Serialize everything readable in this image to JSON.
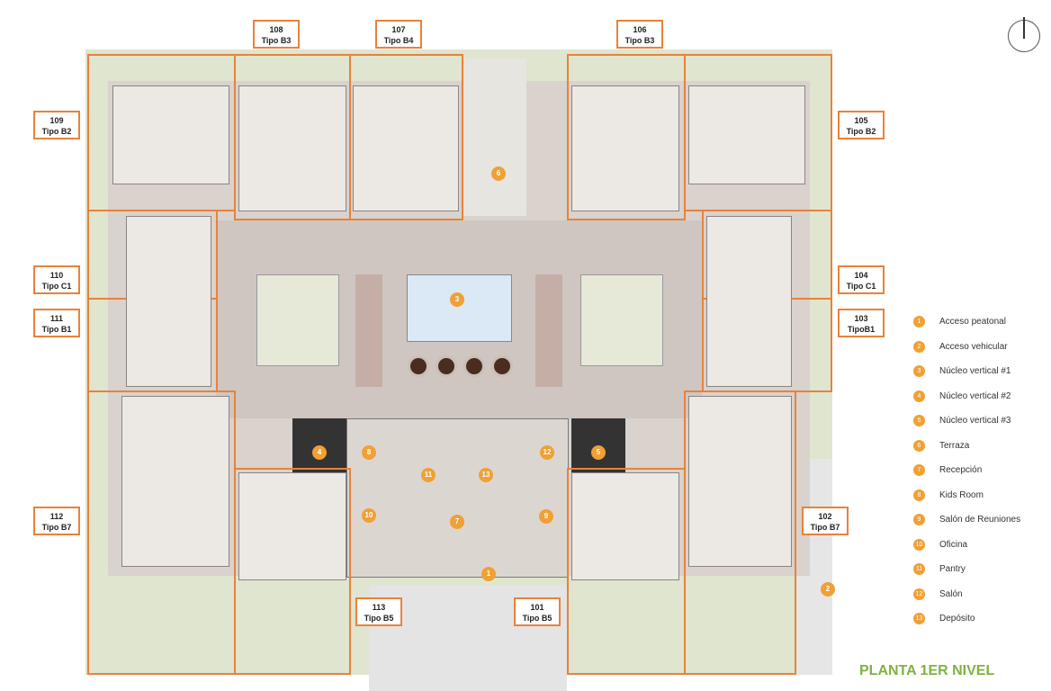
{
  "title": "PLANTA 1ER NIVEL",
  "colors": {
    "accent": "#e8823a",
    "marker": "#f0a035",
    "title": "#7cb342"
  },
  "units": [
    {
      "num": "108",
      "type": "Tipo B3"
    },
    {
      "num": "107",
      "type": "Tipo B4"
    },
    {
      "num": "106",
      "type": "Tipo B3"
    },
    {
      "num": "109",
      "type": "Tipo B2"
    },
    {
      "num": "105",
      "type": "Tipo B2"
    },
    {
      "num": "110",
      "type": "Tipo C1"
    },
    {
      "num": "104",
      "type": "Tipo C1"
    },
    {
      "num": "111",
      "type": "Tipo B1"
    },
    {
      "num": "103",
      "type": "TipoB1"
    },
    {
      "num": "112",
      "type": "Tipo B7"
    },
    {
      "num": "102",
      "type": "Tipo B7"
    },
    {
      "num": "113",
      "type": "Tipo B5"
    },
    {
      "num": "101",
      "type": "Tipo B5"
    }
  ],
  "markers": [
    "1",
    "2",
    "3",
    "4",
    "5",
    "6",
    "7",
    "8",
    "9",
    "10",
    "11",
    "12",
    "13"
  ],
  "legend": [
    {
      "n": "1",
      "label": "Acceso peatonal"
    },
    {
      "n": "2",
      "label": "Acceso vehicular"
    },
    {
      "n": "3",
      "label": "Núcleo vertical #1"
    },
    {
      "n": "4",
      "label": "Núcleo vertical #2"
    },
    {
      "n": "5",
      "label": "Núcleo vertical #3"
    },
    {
      "n": "6",
      "label": "Terraza"
    },
    {
      "n": "7",
      "label": "Recepción"
    },
    {
      "n": "8",
      "label": "Kids Room"
    },
    {
      "n": "9",
      "label": "Salón de Reuniones"
    },
    {
      "n": "10",
      "label": "Oficina"
    },
    {
      "n": "11",
      "label": "Pantry"
    },
    {
      "n": "12",
      "label": "Salón"
    },
    {
      "n": "13",
      "label": "Depósito"
    }
  ]
}
